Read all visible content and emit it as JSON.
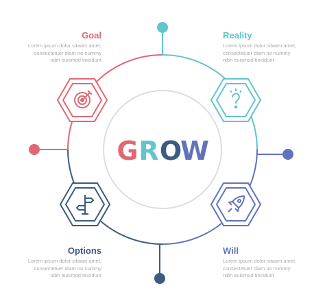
{
  "colors": {
    "goal": "#e06874",
    "reality": "#62c4cf",
    "options": "#3d5a80",
    "will": "#6272bd",
    "circle": "#dddddd",
    "text": "#a9a9a9"
  },
  "center": {
    "letters": [
      {
        "char": "G",
        "color": "#e06874"
      },
      {
        "char": "R",
        "color": "#62c4cf"
      },
      {
        "char": "O",
        "color": "#3d5a80"
      },
      {
        "char": "W",
        "color": "#6272bd"
      }
    ]
  },
  "sections": {
    "goal": {
      "title": "Goal",
      "icon": "target-icon",
      "desc": [
        "Lorem ipsum dolor sitaam amet,",
        "consectetuer diam no nummy",
        "nibh euismod tincidunt"
      ]
    },
    "reality": {
      "title": "Reality",
      "icon": "question-icon",
      "desc": [
        "Lorem ipsum dolor sitaam amet,",
        "consectetuer diam no nummy",
        "nibh euismod tincidunt"
      ]
    },
    "options": {
      "title": "Options",
      "icon": "signpost-icon",
      "desc": [
        "Lorem ipsum dolor sitaam amet,",
        "consectetuer diam no nummy",
        "nibh euismod tincidunt"
      ]
    },
    "will": {
      "title": "Will",
      "icon": "rocket-icon",
      "desc": [
        "Lorem ipsum dolor sitaam amet,",
        "consectetuer diam no nummy",
        "nibh euismod tincidunt"
      ]
    }
  }
}
